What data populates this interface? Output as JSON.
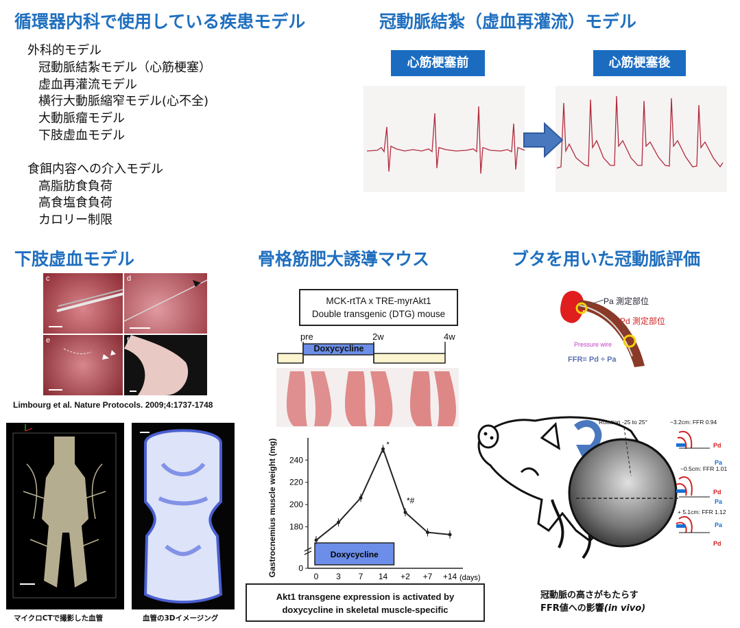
{
  "titles": {
    "cv_models": "循環器内科で使用している疾患モデル",
    "coronary": "冠動脈結紮（虚血再灌流）モデル",
    "limb": "下肢虚血モデル",
    "muscle": "骨格筋肥大誘導マウス",
    "pig": "ブタを用いた冠動脈評価"
  },
  "models": {
    "surgical_header": "外科的モデル",
    "surgical": [
      "冠動脈結紮モデル（心筋梗塞）",
      "虚血再灌流モデル",
      "横行大動脈縮窄モデル(心不全)",
      "大動脈瘤モデル",
      "下肢虚血モデル"
    ],
    "diet_header": "食餌内容への介入モデル",
    "diet": [
      "高脂肪食負荷",
      "高食塩食負荷",
      "カロリー制限"
    ]
  },
  "ecg": {
    "before_label": "心筋梗塞前",
    "after_label": "心筋梗塞後",
    "trace_color": "#b02a3a"
  },
  "limb_panel": {
    "panel_letters": [
      "c",
      "d",
      "e",
      "f"
    ],
    "citation": "Limbourg et al. Nature Protocols. 2009;4:1737-1748",
    "ct_caption": "マイクロCTで撮影した血管",
    "imaging_caption": "血管の3Dイメージング"
  },
  "dtg": {
    "box_line1": "MCK-rtTA x TRE-myrAkt1",
    "box_line2": "Double transgenic (DTG) mouse",
    "time_pre": "pre",
    "time_2w": "2w",
    "time_4w": "4w",
    "dox_label": "Doxycycline"
  },
  "chart_data": {
    "type": "line",
    "x": [
      "0",
      "3",
      "7",
      "14",
      "+2",
      "+7",
      "+14"
    ],
    "values": [
      168,
      184,
      206,
      250,
      193,
      175,
      173
    ],
    "xlabel": "(days)",
    "ylabel": "Gastrocnemius muscle weight (mg)",
    "yticks": [
      0,
      180,
      200,
      220,
      240
    ],
    "ylim": [
      160,
      255
    ],
    "annotations": [
      "*",
      "*#"
    ],
    "dox_bar_label": "Doxycycline"
  },
  "conclusion": {
    "line1": "Akt1 transgene expression is activated by",
    "line2": "doxycycline in skeletal muscle-specific"
  },
  "pig": {
    "pa_label": "Pa 測定部位",
    "pd_label": "Pd 測定部位",
    "wire_label": "Pressure wire",
    "ffr_formula": "FFR= Pd ÷ Pa",
    "rotation": "Rotation -25 to 25°",
    "m1": "−3.2cm: FFR 0.94",
    "m2": "−0.5cm: FFR 1.01",
    "m3": "+ 5.1cm: FFR 1.12",
    "pd": "Pd",
    "pa": "Pa",
    "caption_line1": "冠動脈の高さがもたらす",
    "caption_line2a": "FFR値への影響",
    "caption_line2b": "(in vivo)"
  }
}
